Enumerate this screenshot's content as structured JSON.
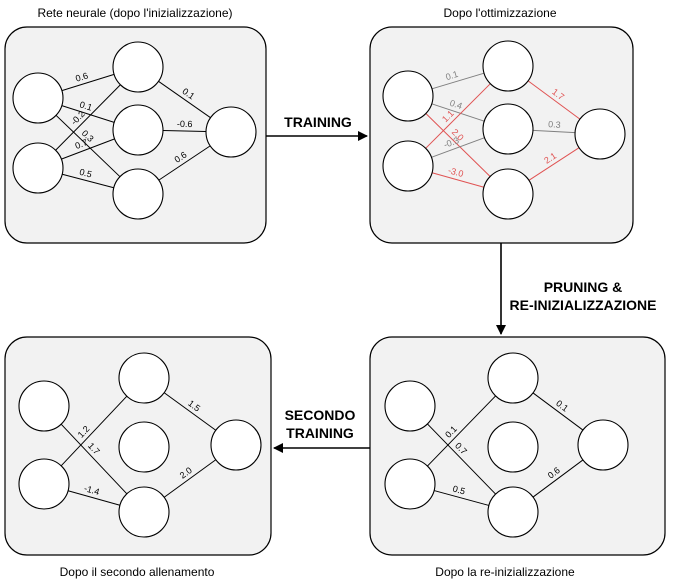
{
  "colors": {
    "panel_fill": "#f2f2f2",
    "edge_black": "#000000",
    "edge_gray": "#808080",
    "edge_red": "#e05252",
    "arrow": "#000000"
  },
  "captions": {
    "panel1": "Rete neurale (dopo l'inizializzazione)",
    "panel2": "Dopo l'ottimizzazione",
    "panel3": "Dopo la re-inizializzazione",
    "panel4": "Dopo il secondo allenamento"
  },
  "steps": {
    "training": "TRAINING",
    "pruning_line1": "PRUNING &",
    "pruning_line2": "RE-INIZIALIZZAZIONE",
    "second_line1": "SECONDO",
    "second_line2": "TRAINING"
  },
  "networks": [
    {
      "name": "initialized",
      "edges": [
        {
          "from": "i0",
          "to": "h0",
          "weight": "0.6",
          "color": "black"
        },
        {
          "from": "i0",
          "to": "h1",
          "weight": "0.1",
          "color": "black"
        },
        {
          "from": "i0",
          "to": "h2",
          "weight": "0.3",
          "color": "black"
        },
        {
          "from": "i1",
          "to": "h0",
          "weight": "-0.2",
          "color": "black"
        },
        {
          "from": "i1",
          "to": "h1",
          "weight": "0.7",
          "color": "black"
        },
        {
          "from": "i1",
          "to": "h2",
          "weight": "0.5",
          "color": "black"
        },
        {
          "from": "h0",
          "to": "o",
          "weight": "0.1",
          "color": "black"
        },
        {
          "from": "h1",
          "to": "o",
          "weight": "-0.6",
          "color": "black"
        },
        {
          "from": "h2",
          "to": "o",
          "weight": "0.6",
          "color": "black"
        }
      ]
    },
    {
      "name": "optimized",
      "edges": [
        {
          "from": "i0",
          "to": "h0",
          "weight": "0.1",
          "color": "gray"
        },
        {
          "from": "i0",
          "to": "h1",
          "weight": "0.4",
          "color": "gray"
        },
        {
          "from": "i0",
          "to": "h2",
          "weight": "2.0",
          "color": "red"
        },
        {
          "from": "i1",
          "to": "h0",
          "weight": "1.1",
          "color": "red"
        },
        {
          "from": "i1",
          "to": "h1",
          "weight": "-0.3",
          "color": "gray"
        },
        {
          "from": "i1",
          "to": "h2",
          "weight": "-3.0",
          "color": "red"
        },
        {
          "from": "h0",
          "to": "o",
          "weight": "1.7",
          "color": "red"
        },
        {
          "from": "h1",
          "to": "o",
          "weight": "0.3",
          "color": "gray"
        },
        {
          "from": "h2",
          "to": "o",
          "weight": "2.1",
          "color": "red"
        }
      ]
    },
    {
      "name": "reinitialized",
      "edges": [
        {
          "from": "i0",
          "to": "h2",
          "weight": "0.7",
          "color": "black"
        },
        {
          "from": "i1",
          "to": "h0",
          "weight": "0.1",
          "color": "black"
        },
        {
          "from": "i1",
          "to": "h2",
          "weight": "0.5",
          "color": "black"
        },
        {
          "from": "h0",
          "to": "o",
          "weight": "0.1",
          "color": "black"
        },
        {
          "from": "h2",
          "to": "o",
          "weight": "0.6",
          "color": "black"
        }
      ]
    },
    {
      "name": "second-training",
      "edges": [
        {
          "from": "i0",
          "to": "h2",
          "weight": "1.7",
          "color": "black"
        },
        {
          "from": "i1",
          "to": "h0",
          "weight": "1.2",
          "color": "black"
        },
        {
          "from": "i1",
          "to": "h2",
          "weight": "-1.4",
          "color": "black"
        },
        {
          "from": "h0",
          "to": "o",
          "weight": "1.5",
          "color": "black"
        },
        {
          "from": "h2",
          "to": "o",
          "weight": "2.0",
          "color": "black"
        }
      ]
    }
  ]
}
